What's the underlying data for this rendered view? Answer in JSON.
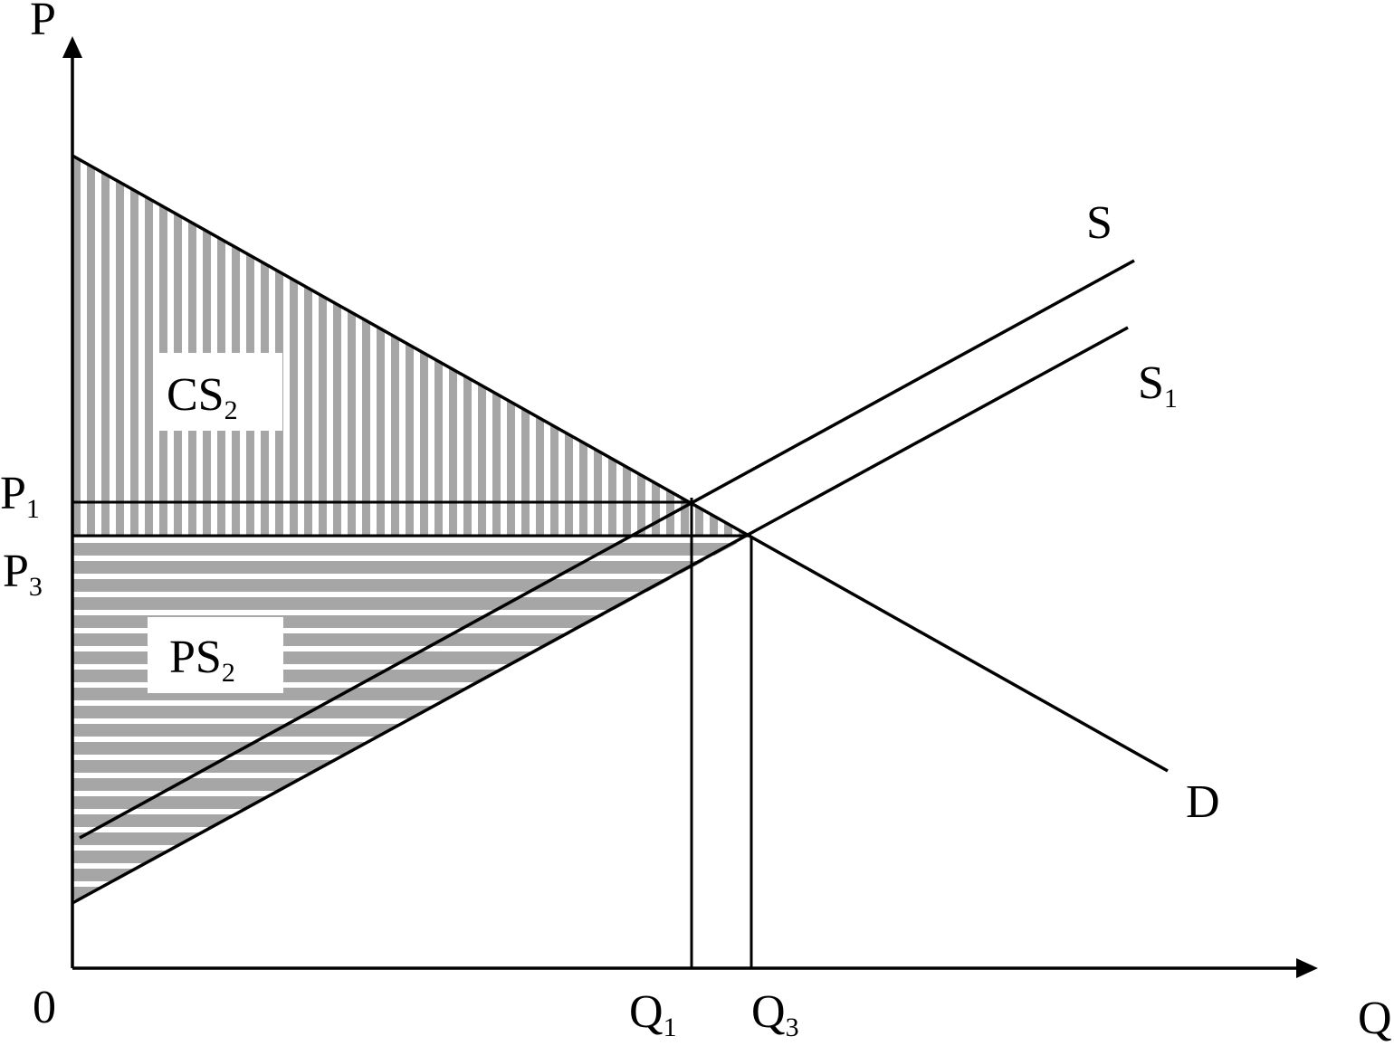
{
  "labels": {
    "y_axis": "P",
    "x_axis": "Q",
    "origin": "0",
    "supply": "S",
    "supply_new": "S",
    "supply_new_sub": "1",
    "demand": "D",
    "p1": "P",
    "p1_sub": "1",
    "p3": "P",
    "p3_sub": "3",
    "q1": "Q",
    "q1_sub": "1",
    "q3": "Q",
    "q3_sub": "3",
    "cs": "CS",
    "cs_sub": "2",
    "ps": "PS",
    "ps_sub": "2"
  },
  "colors": {
    "line": "#000000",
    "hatch": "#a6a6a6",
    "background": "#ffffff"
  }
}
